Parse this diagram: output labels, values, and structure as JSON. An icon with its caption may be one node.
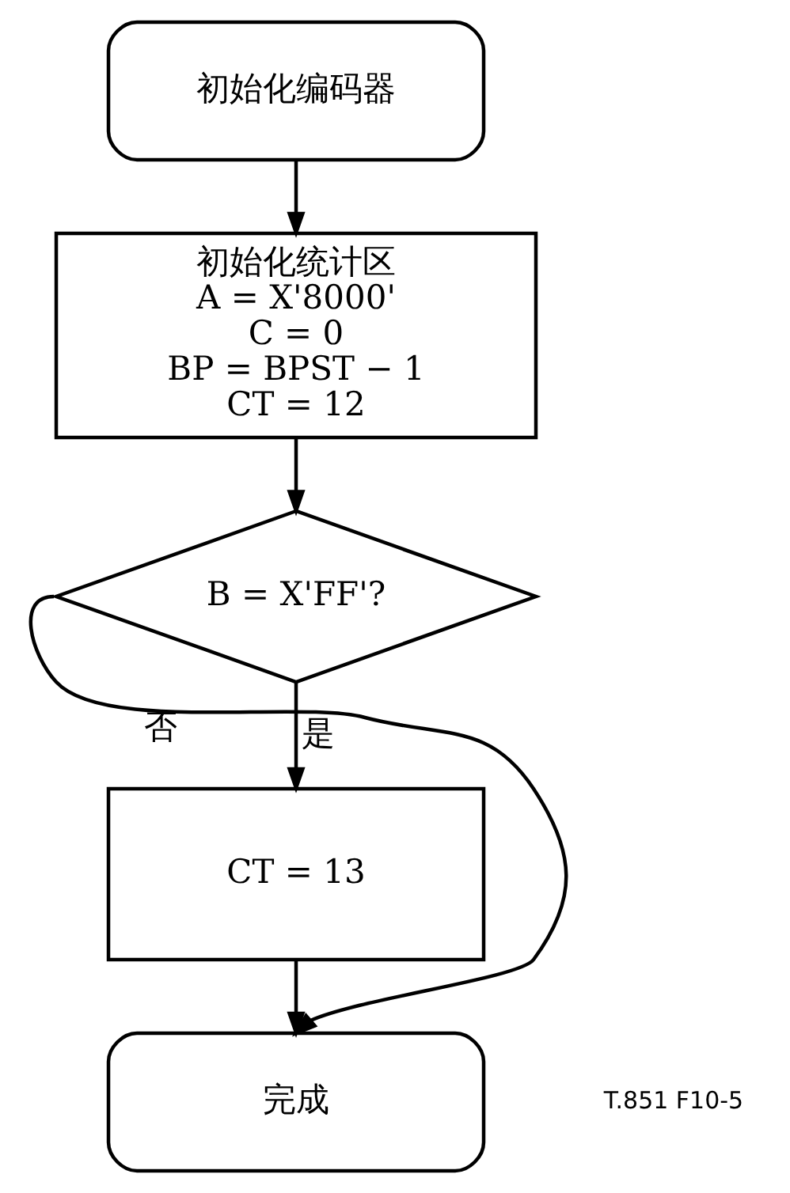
{
  "diagram": {
    "nodes": [
      {
        "text": [
          "初始化编码器"
        ]
      },
      {
        "text": [
          "初始化统计区",
          "A = X'8000'",
          "C = 0",
          "BP = BPST − 1",
          "CT = 12"
        ]
      },
      {
        "text": [
          "B = X'FF'?"
        ]
      },
      {
        "text": [
          "CT = 13"
        ]
      },
      {
        "text": [
          "完成"
        ]
      }
    ],
    "edges": [
      {
        "from": 0,
        "to": 1,
        "arrow": "to"
      },
      {
        "from": 1,
        "to": 2,
        "arrow": "to"
      },
      {
        "from": 2,
        "to": 3,
        "arrow": "to",
        "label": "是"
      },
      {
        "from": 2,
        "to": 4,
        "arrow": "to",
        "label": "否"
      },
      {
        "from": 3,
        "to": 4,
        "arrow": "to"
      }
    ],
    "labels": [
      "T.851 F10-5"
    ]
  }
}
